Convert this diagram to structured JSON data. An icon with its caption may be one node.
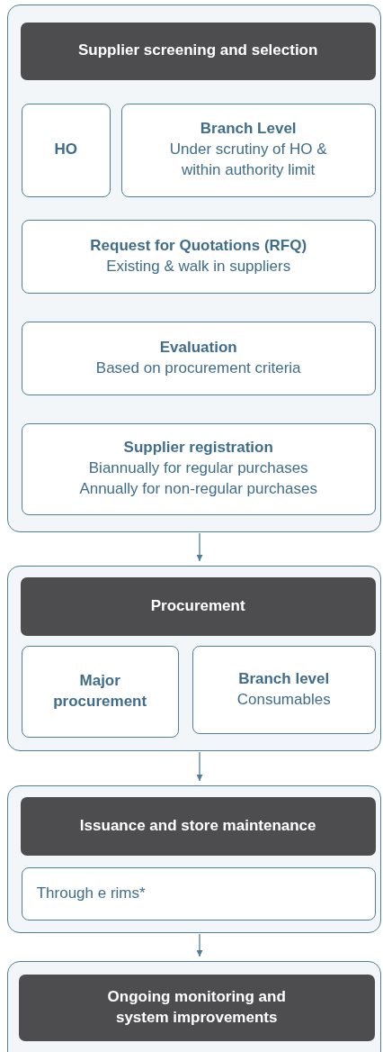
{
  "diagram": {
    "nodes": [
      {
        "text": [],
        "shape": "box"
      },
      {
        "text": [
          "Supplier screening and selection"
        ],
        "in": 0
      },
      {
        "text": [
          "HO"
        ],
        "in": 0
      },
      {
        "text": [
          "Branch Level",
          "Under scrutiny of HO & within authority limit"
        ],
        "in": 0
      },
      {
        "text": [
          "Request for Quotations (RFQ)",
          "Existing & walk in suppliers"
        ],
        "in": 0
      },
      {
        "text": [
          "Evaluation",
          "Based on procurement criteria"
        ],
        "in": 0
      },
      {
        "text": [
          "Supplier registration",
          "Biannually for regular purchases Annually for non-regular purchases"
        ],
        "in": 0
      },
      {
        "text": [],
        "shape": "box"
      },
      {
        "text": [
          "Procurement"
        ],
        "in": 7
      },
      {
        "text": [
          "Major procurement"
        ],
        "in": 7
      },
      {
        "text": [
          "Branch level",
          "Consumables"
        ],
        "in": 7
      },
      {
        "text": [],
        "shape": "box"
      },
      {
        "text": [
          "Issuance and store maintenance"
        ],
        "in": 11
      },
      {
        "text": [
          "Through e rims*"
        ],
        "in": 11
      },
      {
        "text": [],
        "shape": "box"
      },
      {
        "text": [
          "Ongoing monitoring and system improvements"
        ],
        "in": 14
      }
    ],
    "edges": [
      {
        "from": 0,
        "to": 7,
        "arrow": "to"
      },
      {
        "from": 7,
        "to": 11,
        "arrow": "to"
      },
      {
        "from": 11,
        "to": 14,
        "arrow": "to"
      }
    ]
  }
}
